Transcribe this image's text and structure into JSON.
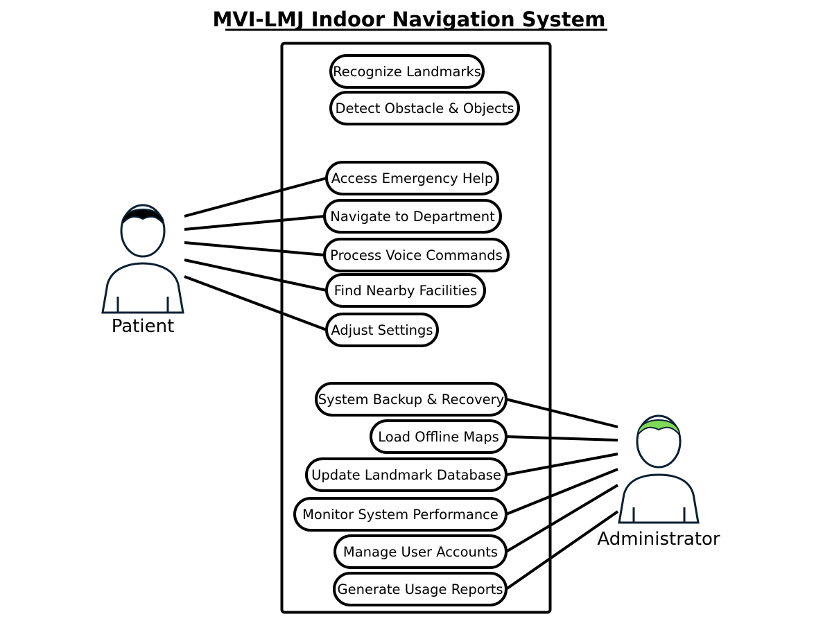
{
  "title": "MVI-LMJ Indoor Navigation System",
  "use_cases": [
    {
      "id": "recognize-landmarks",
      "label": "Recognize Landmarks"
    },
    {
      "id": "detect-obstacles",
      "label": "Detect Obstacle & Objects"
    },
    {
      "id": "access-emergency-help",
      "label": "Access Emergency Help"
    },
    {
      "id": "navigate-to-department",
      "label": "Navigate to Department"
    },
    {
      "id": "process-voice-commands",
      "label": "Process Voice Commands"
    },
    {
      "id": "find-nearby-facilities",
      "label": "Find Nearby Facilities"
    },
    {
      "id": "adjust-settings",
      "label": "Adjust Settings"
    },
    {
      "id": "system-backup-recovery",
      "label": "System Backup & Recovery"
    },
    {
      "id": "load-offline-maps",
      "label": "Load Offline Maps"
    },
    {
      "id": "update-landmark-database",
      "label": "Update Landmark Database"
    },
    {
      "id": "monitor-system-performance",
      "label": "Monitor System Performance"
    },
    {
      "id": "manage-user-accounts",
      "label": "Manage User Accounts"
    },
    {
      "id": "generate-usage-reports",
      "label": "Generate Usage Reports"
    }
  ],
  "actors": {
    "patient": {
      "label": "Patient",
      "hair_color": "#000000"
    },
    "administrator": {
      "label": "Administrator",
      "hair_color": "#7ed957"
    }
  },
  "associations": [
    {
      "actor": "patient",
      "use_case": "access-emergency-help"
    },
    {
      "actor": "patient",
      "use_case": "navigate-to-department"
    },
    {
      "actor": "patient",
      "use_case": "process-voice-commands"
    },
    {
      "actor": "patient",
      "use_case": "find-nearby-facilities"
    },
    {
      "actor": "patient",
      "use_case": "adjust-settings"
    },
    {
      "actor": "administrator",
      "use_case": "system-backup-recovery"
    },
    {
      "actor": "administrator",
      "use_case": "load-offline-maps"
    },
    {
      "actor": "administrator",
      "use_case": "update-landmark-database"
    },
    {
      "actor": "administrator",
      "use_case": "monitor-system-performance"
    },
    {
      "actor": "administrator",
      "use_case": "manage-user-accounts"
    },
    {
      "actor": "administrator",
      "use_case": "generate-usage-reports"
    }
  ]
}
